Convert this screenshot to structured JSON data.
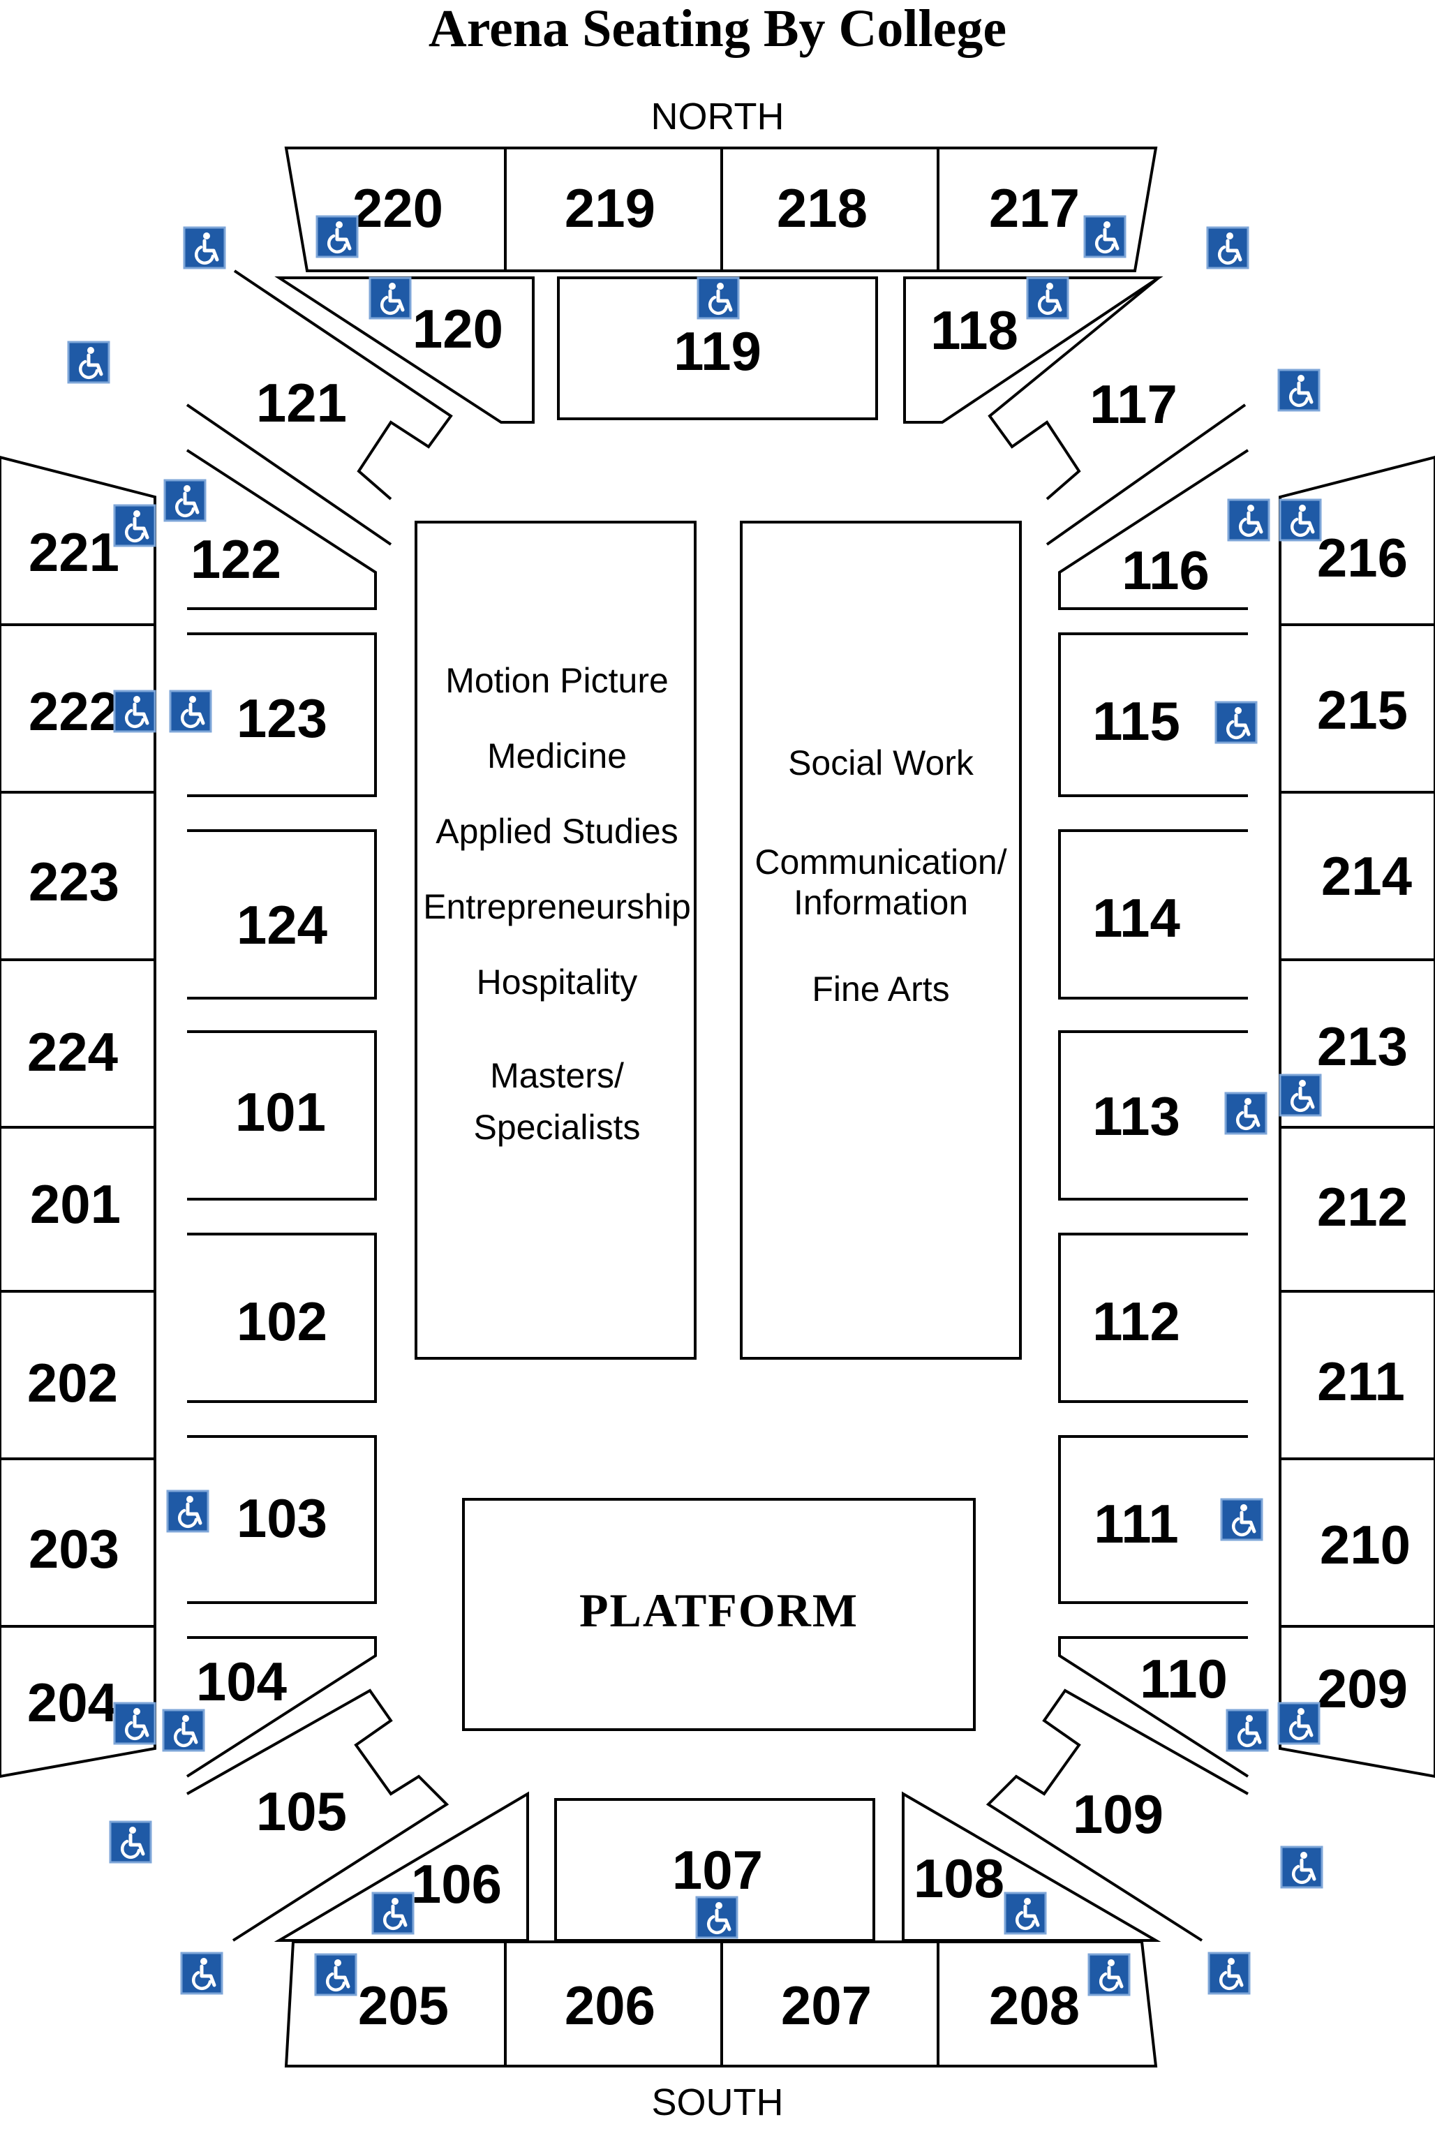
{
  "title": "Arena Seating By College",
  "compass": {
    "north": "NORTH",
    "south": "SOUTH"
  },
  "platform": "PLATFORM",
  "colleges_left": [
    "Motion Picture",
    "Medicine",
    "Applied Studies",
    "Entrepreneurship",
    "Hospitality",
    "Masters/",
    "Specialists"
  ],
  "colleges_right": [
    "Social Work",
    "Communication/",
    "Information",
    "Fine Arts"
  ],
  "colors": {
    "accessible_icon_bg": "#1f5aa6",
    "accessible_icon_fg": "#ffffff",
    "lines": "#000000"
  },
  "icon": "wheelchair-accessible-icon",
  "sections": {
    "s220": "220",
    "s219": "219",
    "s218": "218",
    "s217": "217",
    "s120": "120",
    "s119": "119",
    "s118": "118",
    "s121": "121",
    "s117": "117",
    "s221": "221",
    "s122": "122",
    "s116": "116",
    "s216": "216",
    "s222": "222",
    "s123": "123",
    "s115": "115",
    "s215": "215",
    "s223": "223",
    "s124": "124",
    "s114": "114",
    "s214": "214",
    "s224": "224",
    "s101": "101",
    "s113": "113",
    "s213": "213",
    "s201": "201",
    "s212": "212",
    "s202": "202",
    "s102": "102",
    "s112": "112",
    "s211": "211",
    "s203": "203",
    "s103": "103",
    "s111": "111",
    "s210": "210",
    "s204": "204",
    "s104": "104",
    "s110": "110",
    "s209": "209",
    "s105": "105",
    "s109": "109",
    "s106": "106",
    "s107": "107",
    "s108": "108",
    "s205": "205",
    "s206": "206",
    "s207": "207",
    "s208": "208"
  }
}
